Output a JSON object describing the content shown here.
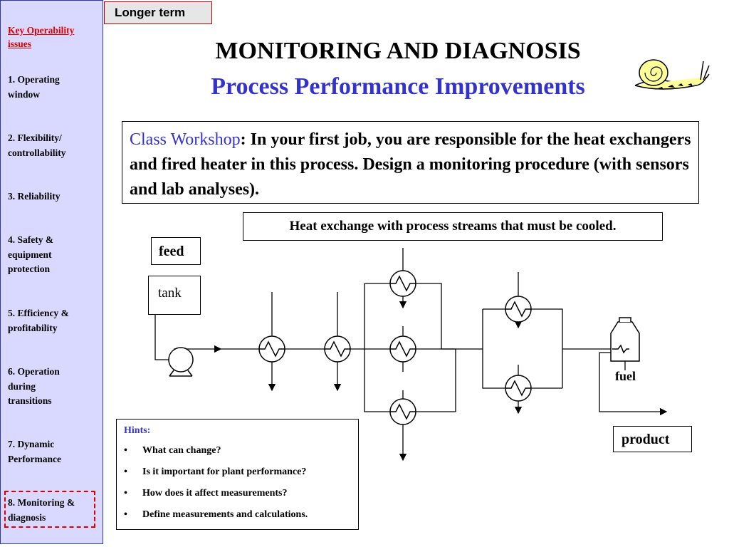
{
  "tag": "Longer term",
  "sidebar": {
    "heading": "Key Operability\nissues",
    "items": [
      {
        "label": "1. Operating\n    window"
      },
      {
        "label": "2. Flexibility/\n   controllability"
      },
      {
        "label": "3. Reliability"
      },
      {
        "label": "4. Safety &\n    equipment\n    protection"
      },
      {
        "label": "5. Efficiency &\n    profitability"
      },
      {
        "label": "6. Operation\n    during\n    transitions"
      },
      {
        "label": "7. Dynamic\n    Performance"
      },
      {
        "label": "8. Monitoring &\n    diagnosis"
      }
    ],
    "active_index": 7,
    "colors": {
      "background": "#d9d9ff",
      "heading": "#e00000",
      "active_border": "#e00000"
    }
  },
  "title": "MONITORING AND DIAGNOSIS",
  "subtitle": "Process Performance Improvements",
  "workshop": {
    "label": "Class Workshop",
    "text": ":  In your first job, you are responsible for the heat exchangers and fired heater in this process.  Design a monitoring procedure (with sensors and lab analyses)."
  },
  "note": "Heat exchange with process streams that must be cooled.",
  "diagram": {
    "feed": "feed",
    "tank": "tank",
    "fuel": "fuel",
    "product": "product",
    "icons": [
      "pump-icon",
      "heat-exchanger-icon",
      "fired-heater-icon",
      "snail-icon"
    ]
  },
  "hints": {
    "title": "Hints:",
    "items": [
      "What can change?",
      "Is it important for plant performance?",
      "How does it affect measurements?",
      "Define measurements and calculations."
    ]
  },
  "accent_color": "#3333cc"
}
